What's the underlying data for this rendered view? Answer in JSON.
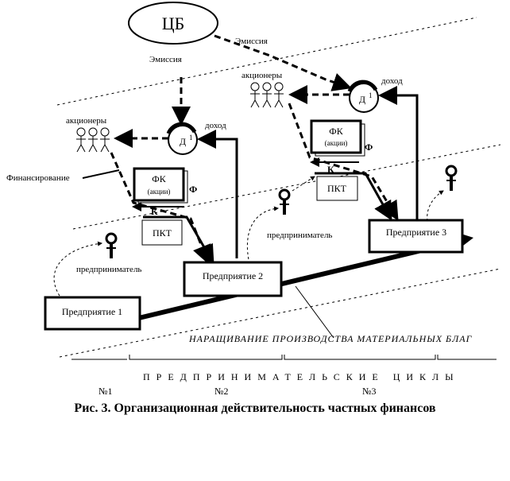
{
  "central_bank": "ЦБ",
  "labels": {
    "emission_left": "Эмиссия",
    "emission_right": "Эмиссия",
    "income_1": "доход",
    "income_2": "доход",
    "shareholders_1": "акционеры",
    "shareholders_2": "акционеры",
    "financing": "Финансирование",
    "entrepreneur_1": "предприниматель",
    "entrepreneur_2": "предприниматель",
    "d1_a": "Д",
    "d1_b": "Д",
    "sup_a": "1",
    "sup_b": "1",
    "phi_a": "Ф",
    "phi_b": "Ф",
    "k_a": "К",
    "k_b": "К"
  },
  "boxes": {
    "fk_1_title": "ФК",
    "fk_1_sub": "(акции)",
    "fk_2_title": "ФК",
    "fk_2_sub": "(акции)",
    "pkt_1": "ПКТ",
    "pkt_2": "ПКТ",
    "enterprise_1": "Предприятие 1",
    "enterprise_2": "Предприятие 2",
    "enterprise_3": "Предприятие 3"
  },
  "growth_label": "НАРАЩИВАНИЕ   ПРОИЗВОДСТВА   МАТЕРИАЛЬНЫХ   БЛАГ",
  "cycles": {
    "title": "ПРЕДПРИНИМАТЕЛЬСКИЕ ЦИКЛЫ",
    "n1": "№1",
    "n2": "№2",
    "n3": "№3"
  },
  "caption": "Рис. 3. Организационная действительность частных финансов"
}
